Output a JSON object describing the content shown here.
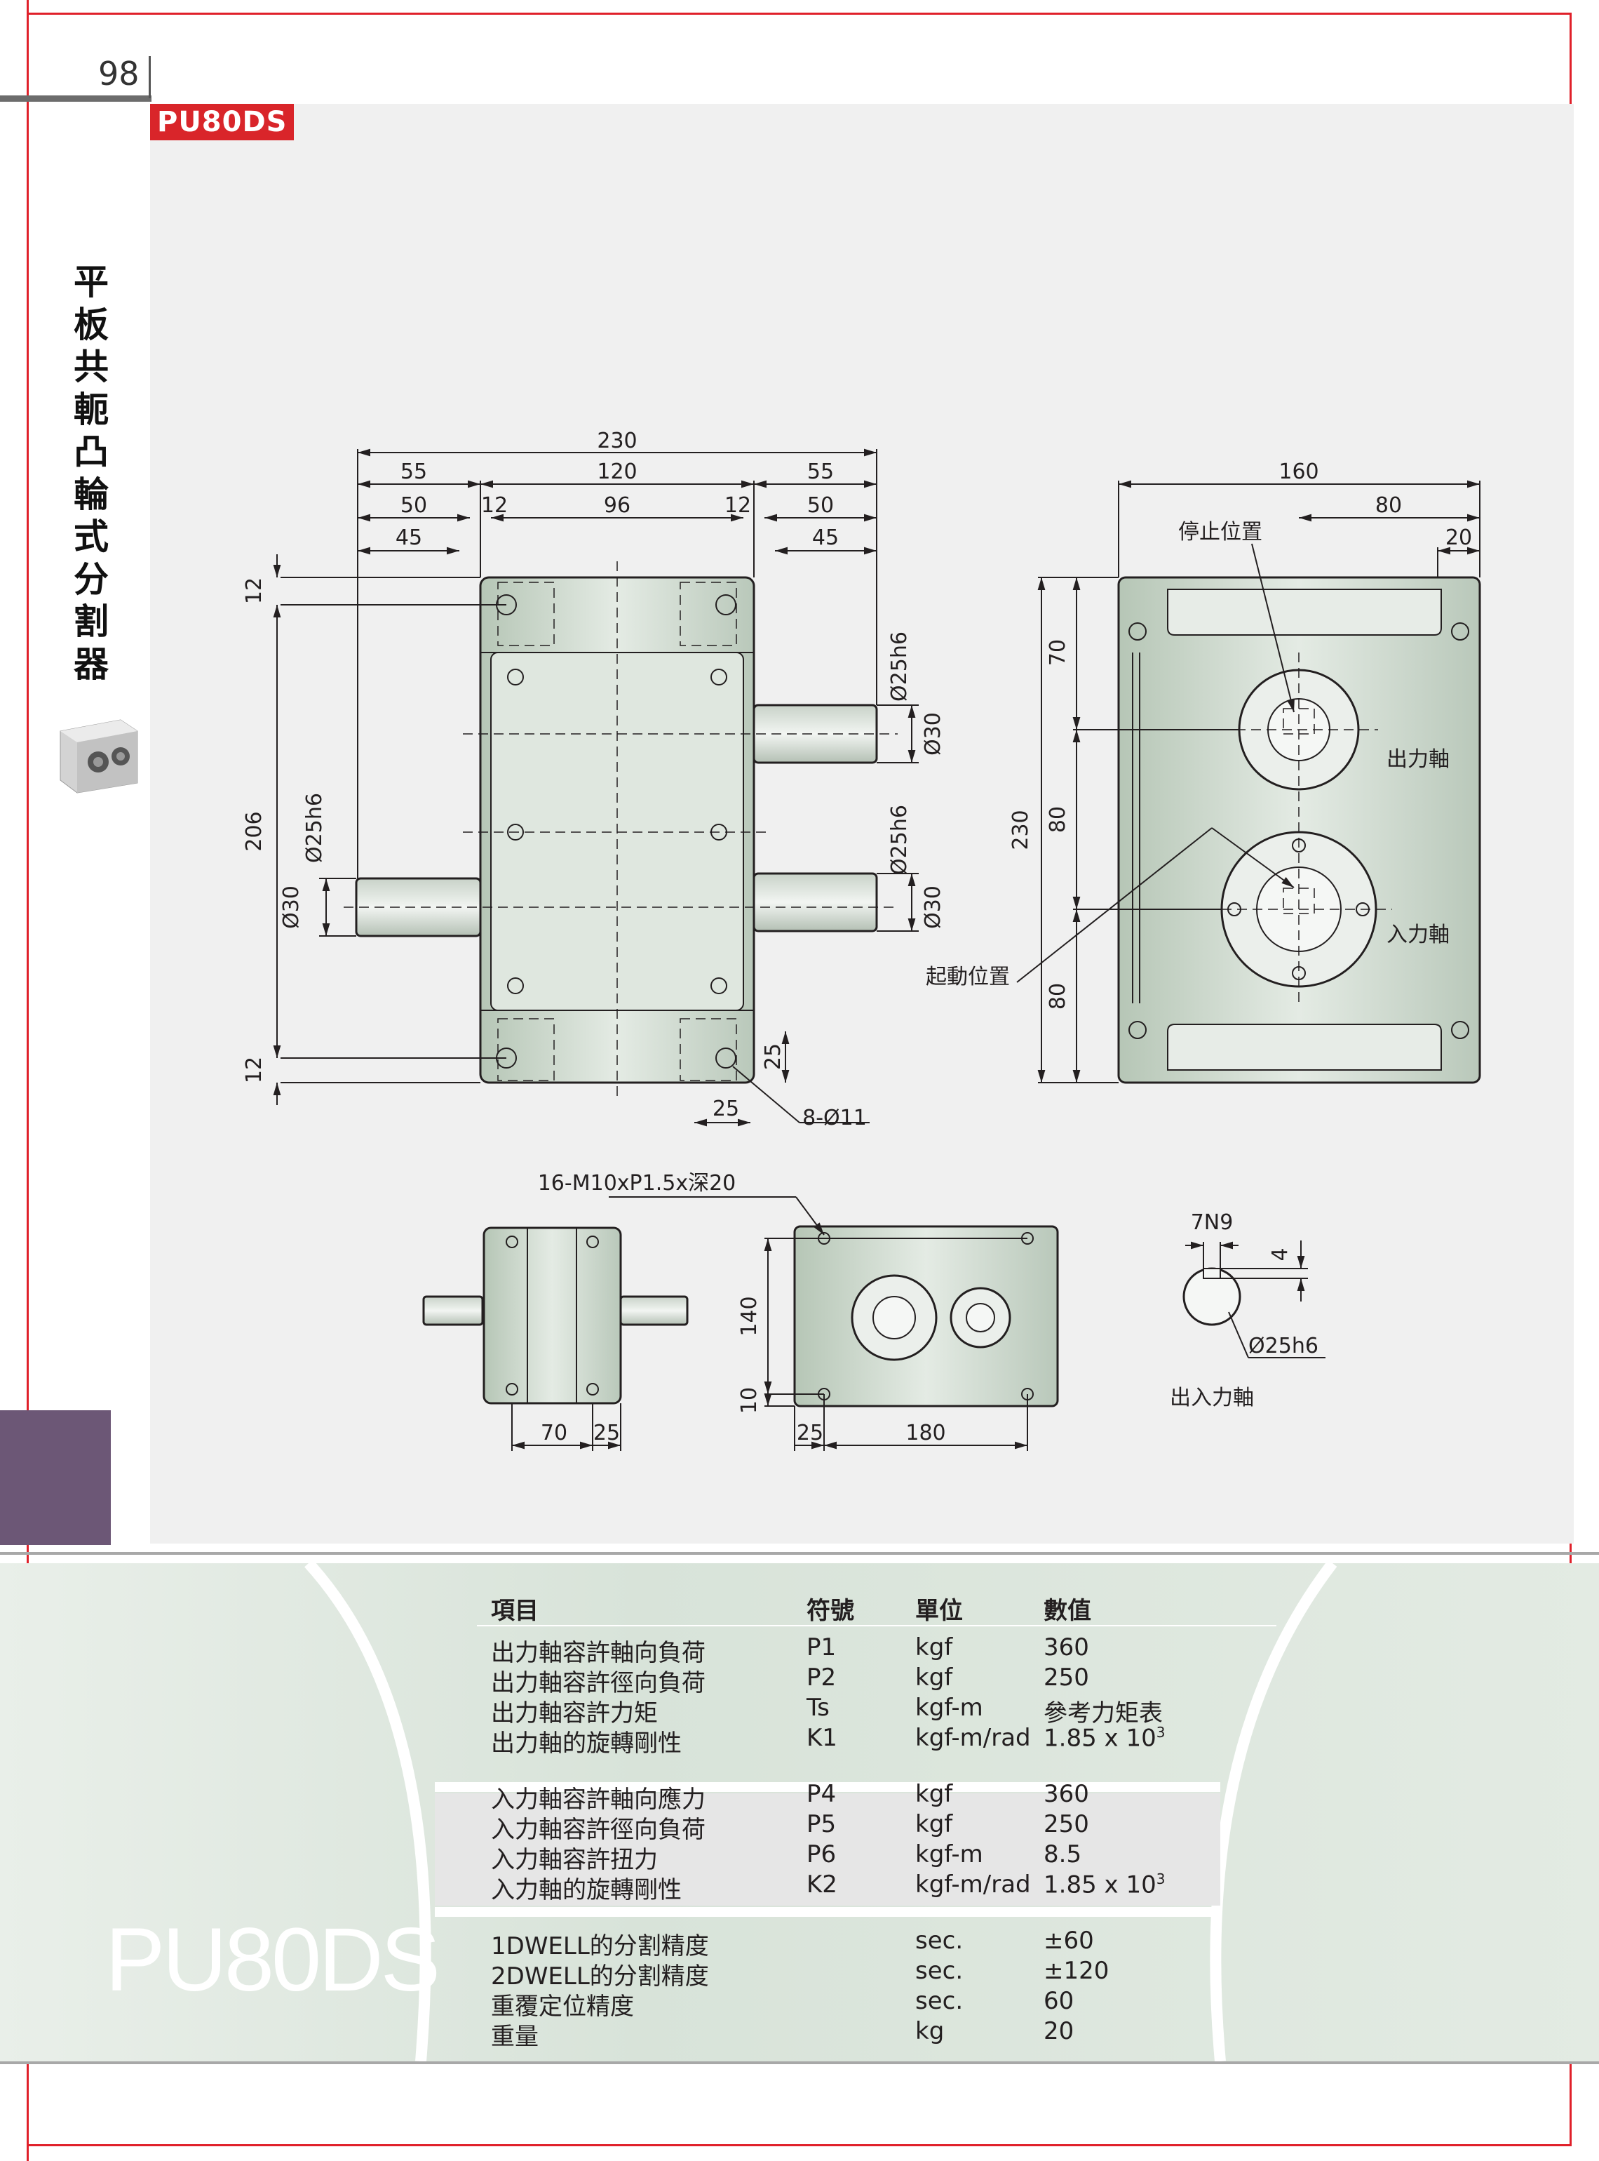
{
  "page": {
    "number": "98",
    "model_tag": "PU80DS",
    "side_title": "平板共軛凸輪式分割器",
    "big_model": "PU80DS"
  },
  "drawing": {
    "front_view": {
      "dims": [
        "230",
        "55",
        "120",
        "55",
        "50",
        "12",
        "96",
        "12",
        "50",
        "45",
        "45",
        "12",
        "206",
        "12",
        "Ø25h6",
        "Ø30",
        "Ø25h6",
        "Ø30",
        "Ø25h6",
        "Ø30",
        "25",
        "25",
        "8-Ø11"
      ]
    },
    "side_view": {
      "dims": [
        "160",
        "80",
        "20",
        "230",
        "70",
        "80",
        "80"
      ],
      "labels": {
        "stop_position": "停止位置",
        "output_shaft": "出力軸",
        "input_shaft": "入力軸",
        "start_position": "起動位置"
      }
    },
    "bottom_views": {
      "tapped_holes": "16-M10xP1.5x深20",
      "dims": [
        "70",
        "25",
        "140",
        "10",
        "25",
        "180"
      ]
    },
    "shaft_detail": {
      "key": "7N9",
      "depth": "4",
      "diameter": "Ø25h6",
      "label": "出入力軸"
    }
  },
  "specs": {
    "headers": [
      "項目",
      "符號",
      "單位",
      "數值"
    ],
    "output_rows": [
      {
        "item": "出力軸容許軸向負荷",
        "symbol": "P1",
        "unit": "kgf",
        "value": "360"
      },
      {
        "item": "出力軸容許徑向負荷",
        "symbol": "P2",
        "unit": "kgf",
        "value": "250"
      },
      {
        "item": "出力軸容許力矩",
        "symbol": "Ts",
        "unit": "kgf-m",
        "value": "參考力矩表"
      },
      {
        "item": "出力軸的旋轉剛性",
        "symbol": "K1",
        "unit": "kgf-m/rad",
        "value": "1.85 x 10",
        "exp": "3"
      }
    ],
    "input_rows": [
      {
        "item": "入力軸容許軸向應力",
        "symbol": "P4",
        "unit": "kgf",
        "value": "360"
      },
      {
        "item": "入力軸容許徑向負荷",
        "symbol": "P5",
        "unit": "kgf",
        "value": "250"
      },
      {
        "item": "入力軸容許扭力",
        "symbol": "P6",
        "unit": "kgf-m",
        "value": "8.5"
      },
      {
        "item": "入力軸的旋轉剛性",
        "symbol": "K2",
        "unit": "kgf-m/rad",
        "value": "1.85 x 10",
        "exp": "3"
      }
    ],
    "misc_rows": [
      {
        "item": "1DWELL的分割精度",
        "unit": "sec.",
        "value": "±60"
      },
      {
        "item": "2DWELL的分割精度",
        "unit": "sec.",
        "value": "±120"
      },
      {
        "item": "重覆定位精度",
        "unit": "sec.",
        "value": "60"
      },
      {
        "item": "重量",
        "unit": "kg",
        "value": "20"
      }
    ]
  },
  "colors": {
    "accent_red": "#d9252a",
    "frame_red": "#e0202a",
    "purple_tab": "#6c5776",
    "body_green": "#c9d6c9"
  }
}
